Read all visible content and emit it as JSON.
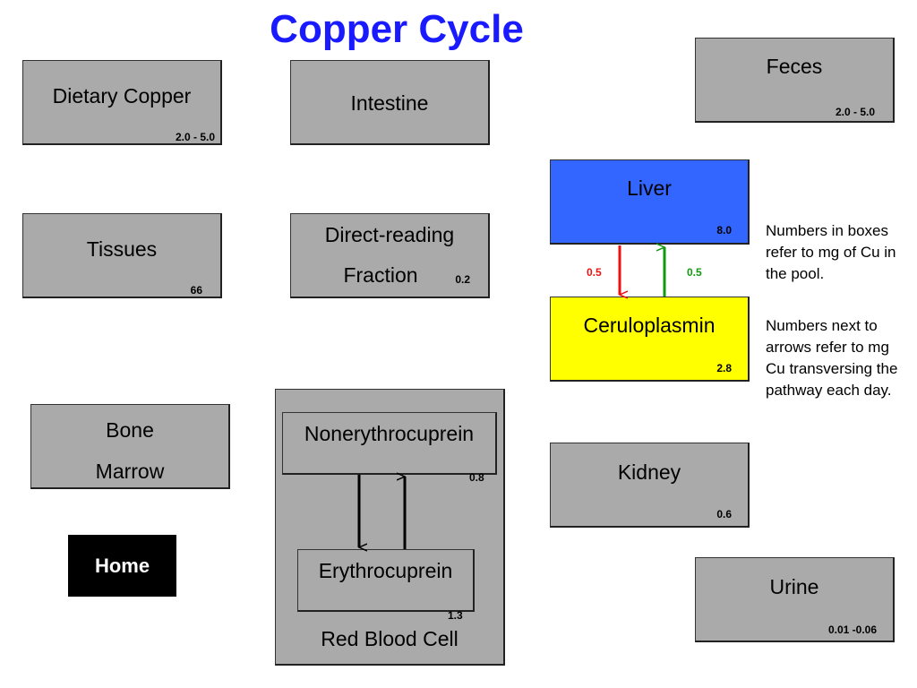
{
  "title": "Copper Cycle",
  "pools": {
    "dietary_copper": {
      "label": "Dietary Copper",
      "value": "2.0 - 5.0"
    },
    "intestine": {
      "label": "Intestine"
    },
    "feces": {
      "label": "Feces",
      "value": "2.0 - 5.0"
    },
    "tissues": {
      "label": "Tissues",
      "value": "66"
    },
    "direct_reading": {
      "label_line1": "Direct-reading",
      "label_line2": "Fraction",
      "value": "0.2"
    },
    "liver": {
      "label": "Liver",
      "value": "8.0",
      "color": "#3366ff"
    },
    "ceruloplasmin": {
      "label": "Ceruloplasmin",
      "value": "2.8",
      "color": "#ffff00"
    },
    "bone_marrow": {
      "label_line1": "Bone",
      "label_line2": "Marrow"
    },
    "red_blood_cell": {
      "label": "Red Blood Cell"
    },
    "nonerythrocuprein": {
      "label": "Nonerythrocuprein",
      "value": "0.8"
    },
    "erythrocuprein": {
      "label": "Erythrocuprein",
      "value": "1.3"
    },
    "kidney": {
      "label": "Kidney",
      "value": "0.6"
    },
    "urine": {
      "label": "Urine",
      "value": "0.01 -0.06"
    }
  },
  "flows": {
    "liver_to_ceruloplasmin": {
      "value": "0.5",
      "color": "#ee1111"
    },
    "ceruloplasmin_to_liver": {
      "value": "0.5",
      "color": "#119911"
    }
  },
  "notes": {
    "pool_note": "Numbers in boxes refer to mg of Cu in the pool.",
    "arrow_note": "Numbers next to arrows refer to mg Cu transversing the pathway each day."
  },
  "home_button": "Home"
}
